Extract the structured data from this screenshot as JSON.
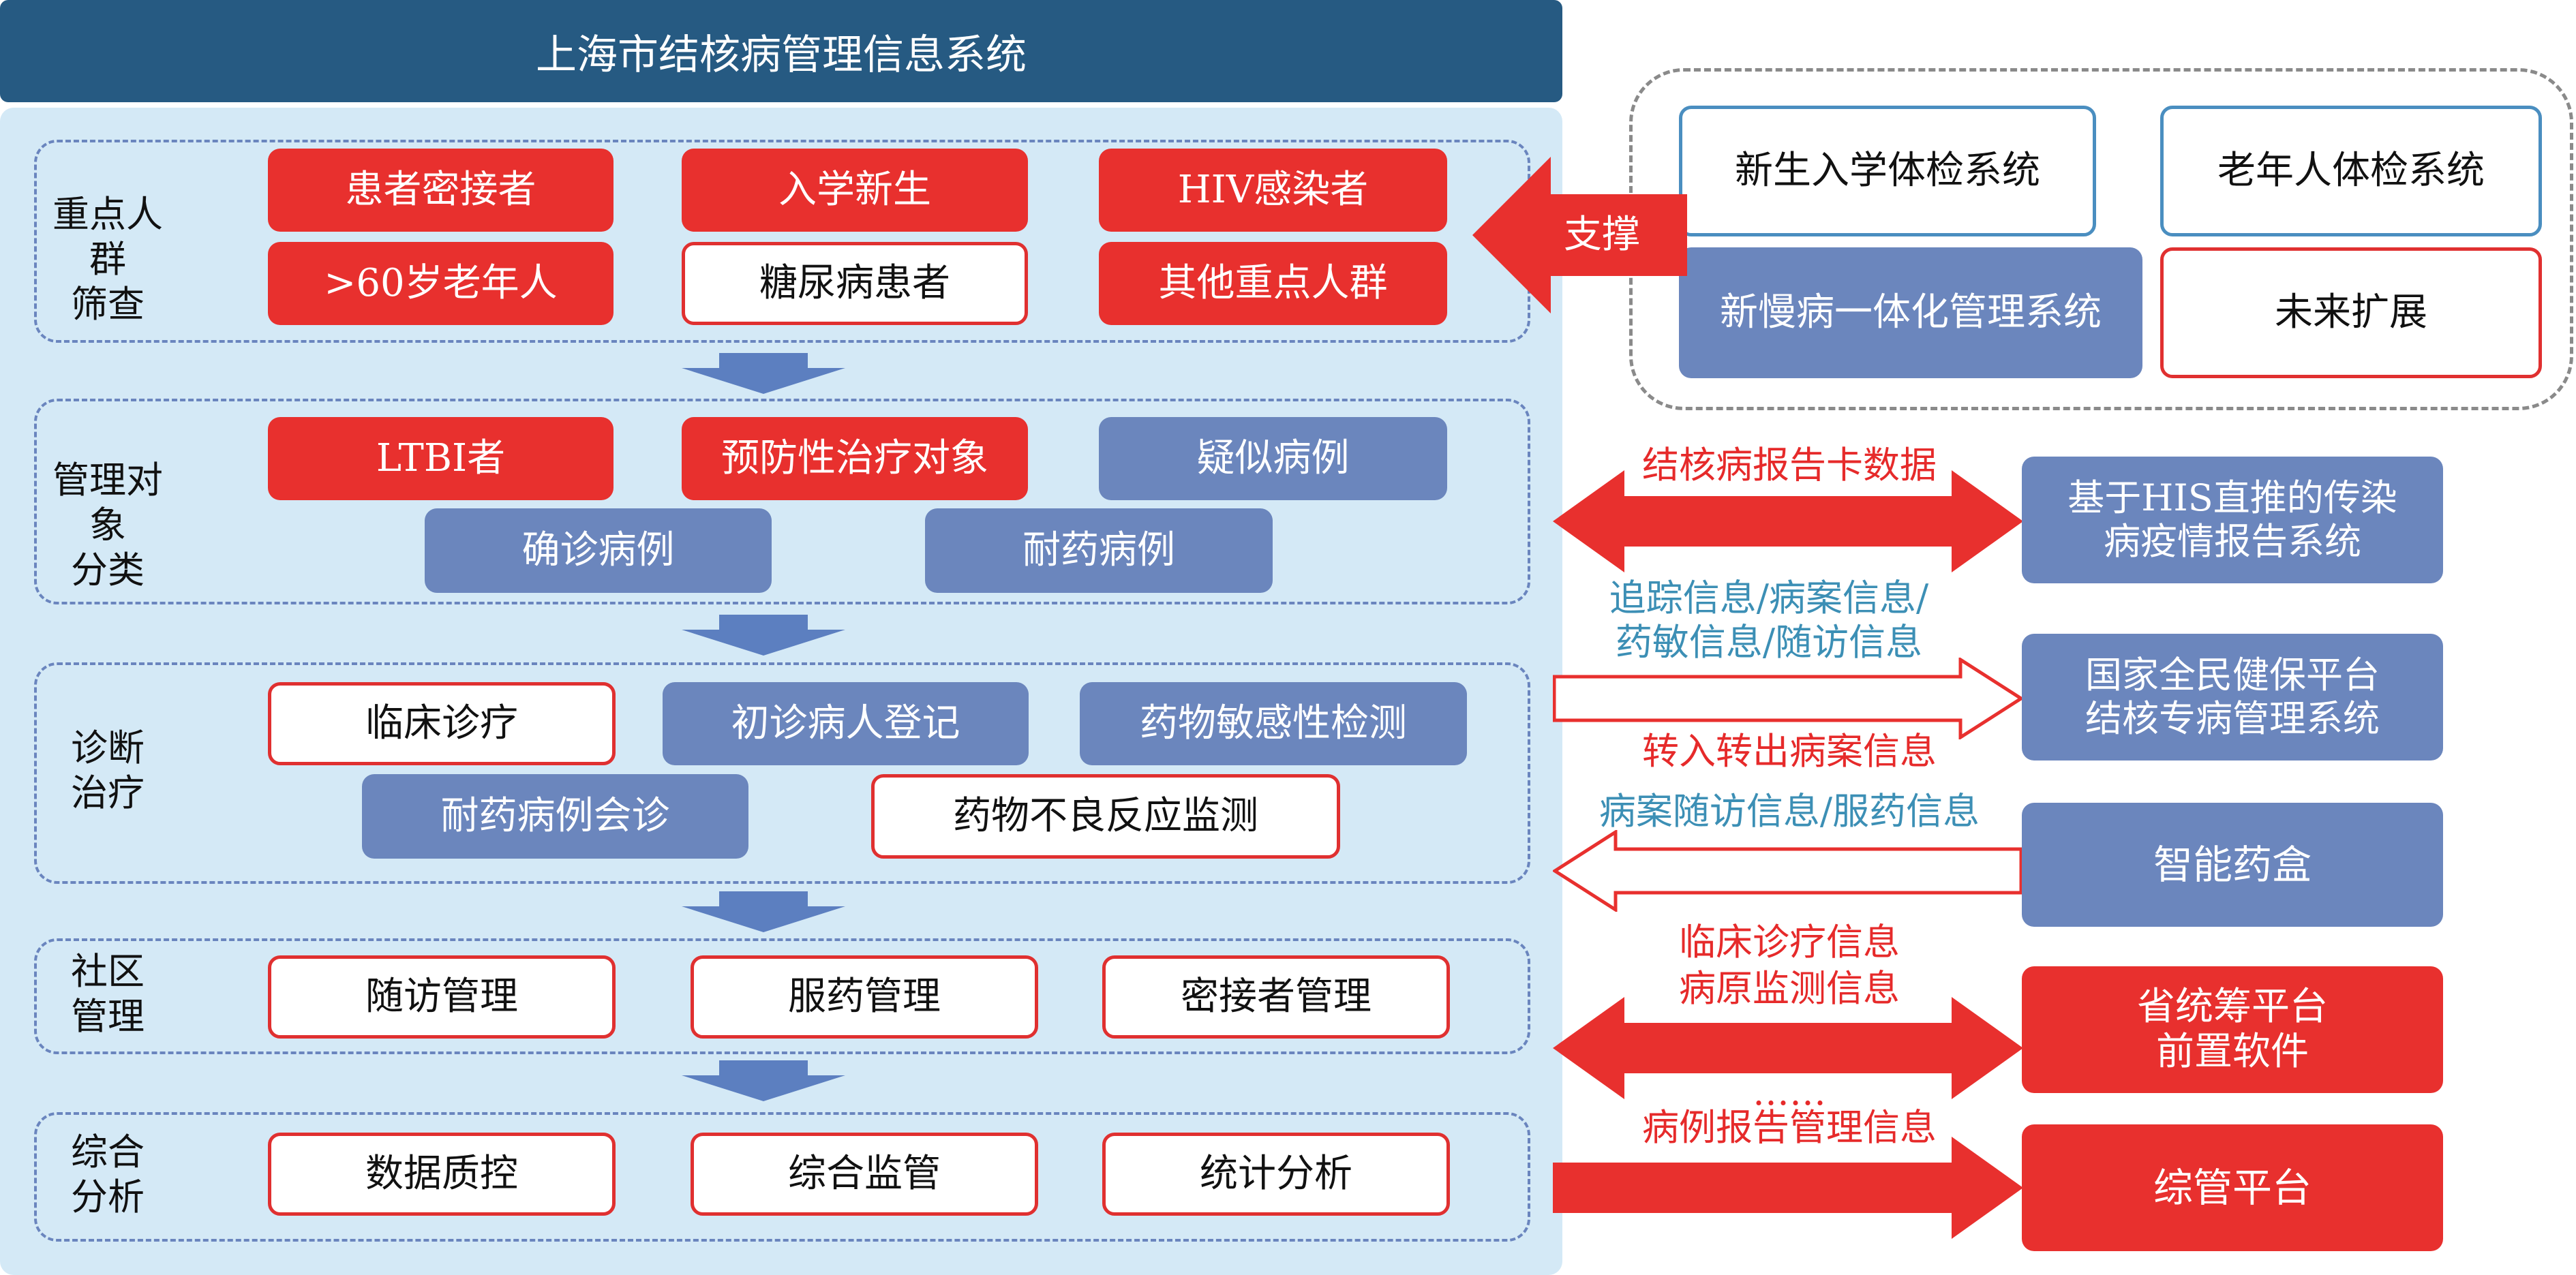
{
  "title": "上海市结核病管理信息系统",
  "sections": [
    {
      "label_lines": [
        "重点人群",
        "筛查"
      ],
      "items": [
        "患者密接者",
        "入学新生",
        "HIV感染者",
        ">60岁老年人",
        "糖尿病患者",
        "其他重点人群"
      ]
    },
    {
      "label_lines": [
        "管理对象",
        "分类"
      ],
      "items": [
        "LTBI者",
        "预防性治疗对象",
        "疑似病例",
        "确诊病例",
        "耐药病例"
      ]
    },
    {
      "label_lines": [
        "诊断",
        "治疗"
      ],
      "items": [
        "临床诊疗",
        "初诊病人登记",
        "药物敏感性检测",
        "耐药病例会诊",
        "药物不良反应监测"
      ]
    },
    {
      "label_lines": [
        "社区",
        "管理"
      ],
      "items": [
        "随访管理",
        "服药管理",
        "密接者管理"
      ]
    },
    {
      "label_lines": [
        "综合",
        "分析"
      ],
      "items": [
        "数据质控",
        "综合监管",
        "统计分析"
      ]
    }
  ],
  "support": {
    "label": "支撑",
    "systems": [
      "新生入学体检系统",
      "老年人体检系统",
      "新慢病一体化管理系统",
      "未来扩展"
    ]
  },
  "links": [
    {
      "texts": [
        "结核病报告卡数据"
      ],
      "target_lines": [
        "基于HIS直推的传染",
        "病疫情报告系统"
      ]
    },
    {
      "texts": [
        "追踪信息/病案信息/",
        "药敏信息/随访信息"
      ],
      "target_lines": [
        "国家全民健保平台",
        "结核专病管理系统"
      ]
    },
    {
      "texts": [
        "转入转出病案信息",
        "病案随访信息/服药信息"
      ],
      "target_lines": [
        "智能药盒"
      ]
    },
    {
      "texts": [
        "临床诊疗信息",
        "病原监测信息",
        "……"
      ],
      "target_lines": [
        "省统筹平台",
        "前置软件"
      ]
    },
    {
      "texts": [
        "病例报告管理信息"
      ],
      "target_lines": [
        "综管平台"
      ]
    }
  ],
  "colors": {
    "title_bg": "#265a82",
    "panel_bg": "#d4e9f6",
    "red": "#e8302e",
    "blue": "#6b86bd",
    "teal_text": "#3c8fb5"
  }
}
